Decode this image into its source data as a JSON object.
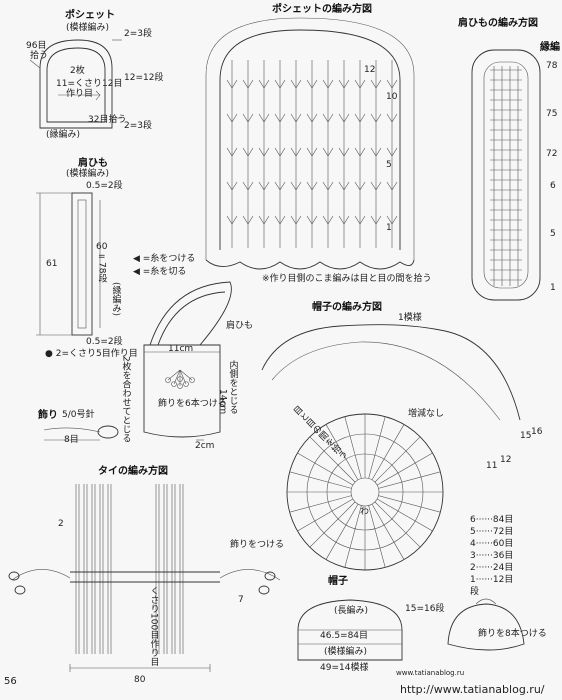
{
  "pochette": {
    "title": "ポシェット",
    "subtitle": "(模様編み)",
    "pick_96": "96目",
    "pick_label": "拾う",
    "two_pieces": "2枚",
    "chain_start": "11=くさり12目",
    "start_label": "作り目",
    "rows_top": "2=3段",
    "rows_mid": "12=12段",
    "rows_bot": "2=3段",
    "pick_32": "32目拾う",
    "edge": "(縁編み)"
  },
  "strap": {
    "title": "肩ひも",
    "subtitle": "(模様編み)",
    "rows_top": "0.5=2段",
    "left_dim": "61",
    "mid_dim_a": "60",
    "mid_dim_b": "=",
    "mid_dim_c": "78段",
    "edge_v": "(縁編み)",
    "rows_bot": "0.5=2段",
    "start": "● 2=くさり5目作り目",
    "legend_attach": "◀ =糸をつける",
    "legend_cut": "◀ =糸を切る"
  },
  "bag": {
    "strap_label": "肩ひも",
    "width": "11cm",
    "height": "14cm",
    "sew_note": "2枚を合わせてとじる",
    "inner_note": "内側をとじる",
    "ornament_note": "飾りを6本つける",
    "bottom": "2cm"
  },
  "ornament": {
    "title": "飾り",
    "hook": "5/0号針",
    "chain": "8目"
  },
  "pattern_pochette": {
    "title": "ポシェットの編み方図",
    "row_labels": [
      "12",
      "10",
      "5",
      "1"
    ],
    "note": "※作り目側のこま編みは目と目の間を拾う"
  },
  "pattern_strap": {
    "title": "肩ひもの編み方図",
    "edge": "縁編",
    "row_labels": [
      "78",
      "75",
      "72",
      "6",
      "5",
      "1"
    ]
  },
  "pattern_hat": {
    "title": "帽子の編み方図",
    "pattern_count": "1模様",
    "no_increase": "増減なし",
    "between_note": "目と目の間を拾う",
    "row_numbers": [
      "15",
      "16",
      "11",
      "12"
    ],
    "label_wa": "わ",
    "stitch_table": [
      {
        "row": "6",
        "count": "84目"
      },
      {
        "row": "5",
        "count": "72目"
      },
      {
        "row": "4",
        "count": "60目"
      },
      {
        "row": "3",
        "count": "36目"
      },
      {
        "row": "2",
        "count": "24目"
      },
      {
        "row": "1",
        "count": "12目"
      }
    ],
    "row_unit": "段"
  },
  "pattern_tie": {
    "title": "タイの編み方図",
    "left_dim": "2",
    "ornament_note": "飾りをつける",
    "chain_note": "くさり100目作り目",
    "right_dim": "7",
    "bottom_dim": "80"
  },
  "hat": {
    "title": "帽子",
    "part1": "(長編み)",
    "rows": "15=16段",
    "c1": "46.5=84目",
    "part2": "(模様編み)",
    "c2": "49=14模様",
    "ornament_note": "飾りを8本つける"
  },
  "footer": {
    "page": "56",
    "site_small": "www.tatianablog.ru",
    "site_large": "http://www.tatianablog.ru/"
  }
}
